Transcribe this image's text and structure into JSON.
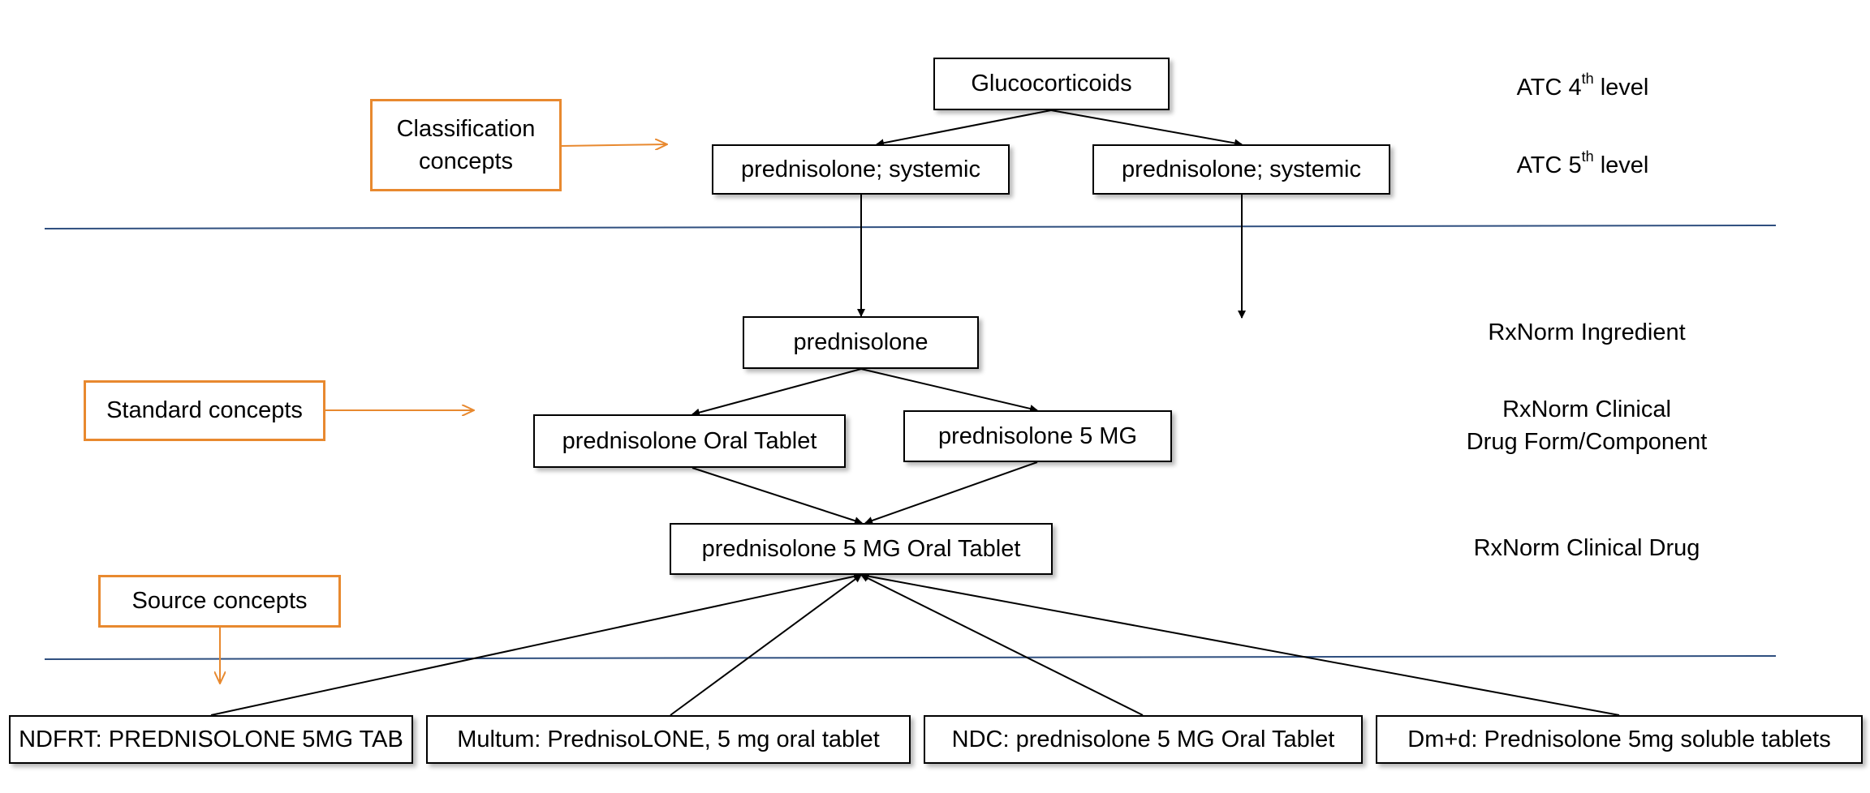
{
  "colors": {
    "arrow": "#000000",
    "divider": "#2f4f7f",
    "category_border": "#e8892f"
  },
  "categories": {
    "classification": "Classification\nconcepts",
    "standard": "Standard concepts",
    "source": "Source concepts"
  },
  "levels": {
    "atc4": {
      "prefix": "ATC 4",
      "sup": "th",
      "suffix": " level"
    },
    "atc5": {
      "prefix": "ATC 5",
      "sup": "th",
      "suffix": " level"
    },
    "rx_ingredient": "RxNorm Ingredient",
    "rx_form": "RxNorm Clinical\nDrug Form/Component",
    "rx_drug": "RxNorm Clinical Drug"
  },
  "nodes": {
    "glucocorticoids": "Glucocorticoids",
    "atc5_left": "prednisolone; systemic",
    "atc5_right": "prednisolone; systemic",
    "ingredient": "prednisolone",
    "oral_tablet": "prednisolone Oral Tablet",
    "five_mg": "prednisolone 5 MG",
    "clinical_drug": "prednisolone 5 MG Oral Tablet",
    "ndfrt": "NDFRT: PREDNISOLONE 5MG TAB",
    "multum": "Multum: PrednisoLONE, 5 mg oral tablet",
    "ndc": "NDC: prednisolone 5 MG Oral Tablet",
    "dmd": "Dm+d: Prednisolone 5mg soluble tablets"
  }
}
